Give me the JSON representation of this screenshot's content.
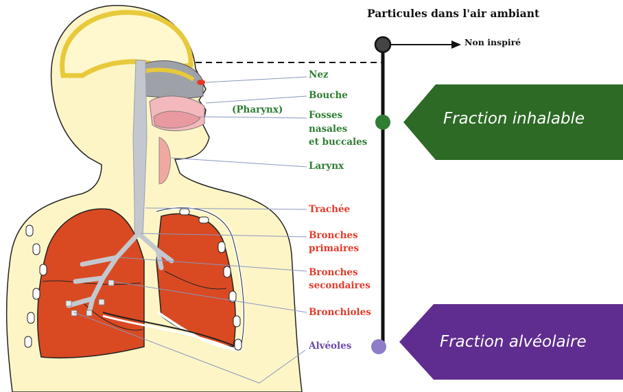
{
  "header": {
    "title": "Particules dans l'air ambiant",
    "non_inspire": "Non inspiré"
  },
  "labels": {
    "nez": "Nez",
    "bouche": "Bouche",
    "pharynx": "(Pharynx)",
    "fosses_1": "Fosses",
    "fosses_2": "nasales",
    "fosses_3": "et buccales",
    "larynx": "Larynx",
    "trachee": "Trachée",
    "bronches_primaires_1": "Bronches",
    "bronches_primaires_2": "primaires",
    "bronches_secondaires_1": "Bronches",
    "bronches_secondaires_2": "secondaires",
    "bronchioles": "Bronchioles",
    "alveoles": "Alvéoles"
  },
  "fractions": {
    "inhalable": "Fraction inhalable",
    "alveolaire": "Fraction alvéolaire"
  },
  "colors": {
    "green": "#2e7d33",
    "red": "#e53a2b",
    "purple": "#6a48b0",
    "banner_green": "#2d6a26",
    "banner_purple": "#5f2d8f",
    "skin": "#fdf5c6",
    "lung": "#d94a22",
    "airway": "#c3c8cf"
  }
}
